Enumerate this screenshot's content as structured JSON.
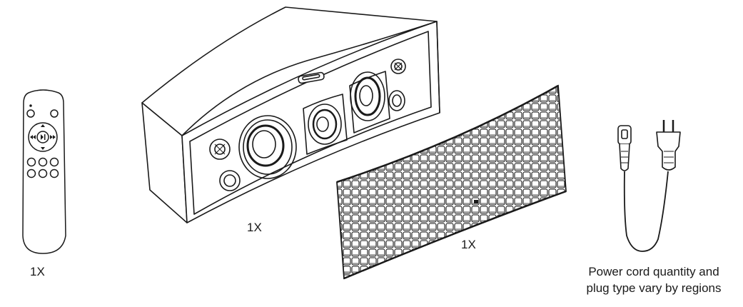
{
  "items": {
    "remote": {
      "quantity": "1X"
    },
    "speaker": {
      "quantity": "1X"
    },
    "grille": {
      "quantity": "1X"
    },
    "power_cord": {
      "note_line1": "Power cord quantity and",
      "note_line2": "plug type vary by regions"
    }
  },
  "colors": {
    "line": "#1a1a1a",
    "background": "#ffffff"
  }
}
